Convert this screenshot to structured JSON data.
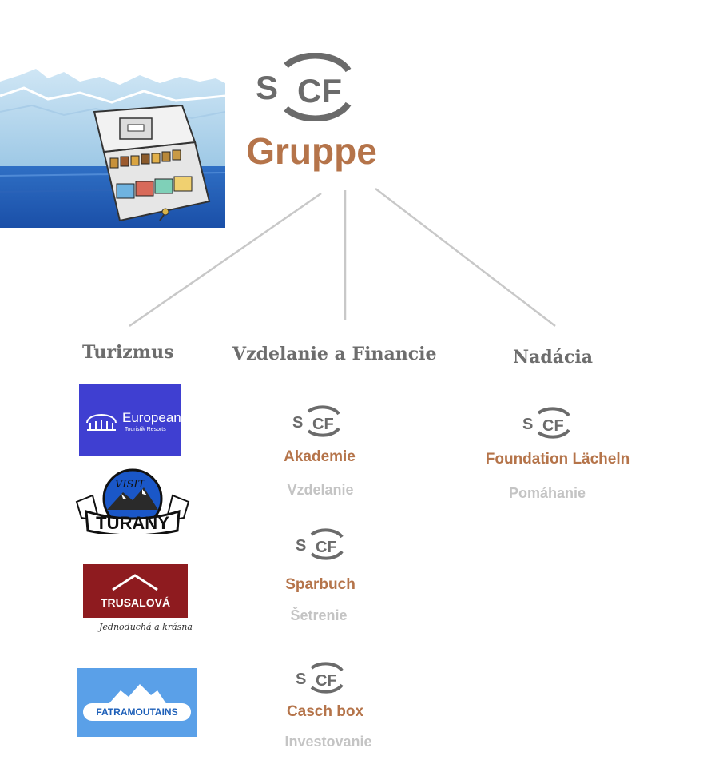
{
  "root": {
    "logo_text": "SCF",
    "title": "Gruppe"
  },
  "categories": [
    {
      "label": "Turizmus",
      "brands": [
        {
          "name": "European",
          "sub": "Touristik Resorts"
        },
        {
          "name": "TURANY",
          "sub": "VISIT"
        },
        {
          "name": "TRUSALOVÁ",
          "sub": "Jednoduchá a krásna"
        },
        {
          "name": "FATRAMOUTAINS"
        }
      ]
    },
    {
      "label": "Vzdelanie a Financie",
      "items": [
        {
          "logo": "SCF",
          "name": "Akademie",
          "sub": "Vzdelanie"
        },
        {
          "logo": "SCF",
          "name": "Sparbuch",
          "sub": "Šetrenie"
        },
        {
          "logo": "SCF",
          "name": "Casch box",
          "sub": "Investovanie"
        }
      ]
    },
    {
      "label": "Nadácia",
      "items": [
        {
          "logo": "SCF",
          "name": "Foundation Lächeln",
          "sub": "Pomáhanie"
        }
      ]
    }
  ],
  "colors": {
    "accent": "#b5744a",
    "logo_gray": "#6b6b6b",
    "subtitle_gray": "#c4c4c4",
    "category_gray": "#6d6d6d",
    "connector": "#c8c8c8",
    "european_blue": "#3f3fd1",
    "trusalova_red": "#8e1b1f",
    "fatra_blue": "#5aa0e8"
  },
  "icons": [
    "cash-box-illustration",
    "scf-logo-icon",
    "european-logo",
    "visit-turany-badge",
    "trusalova-logo",
    "fatramoutains-logo"
  ]
}
